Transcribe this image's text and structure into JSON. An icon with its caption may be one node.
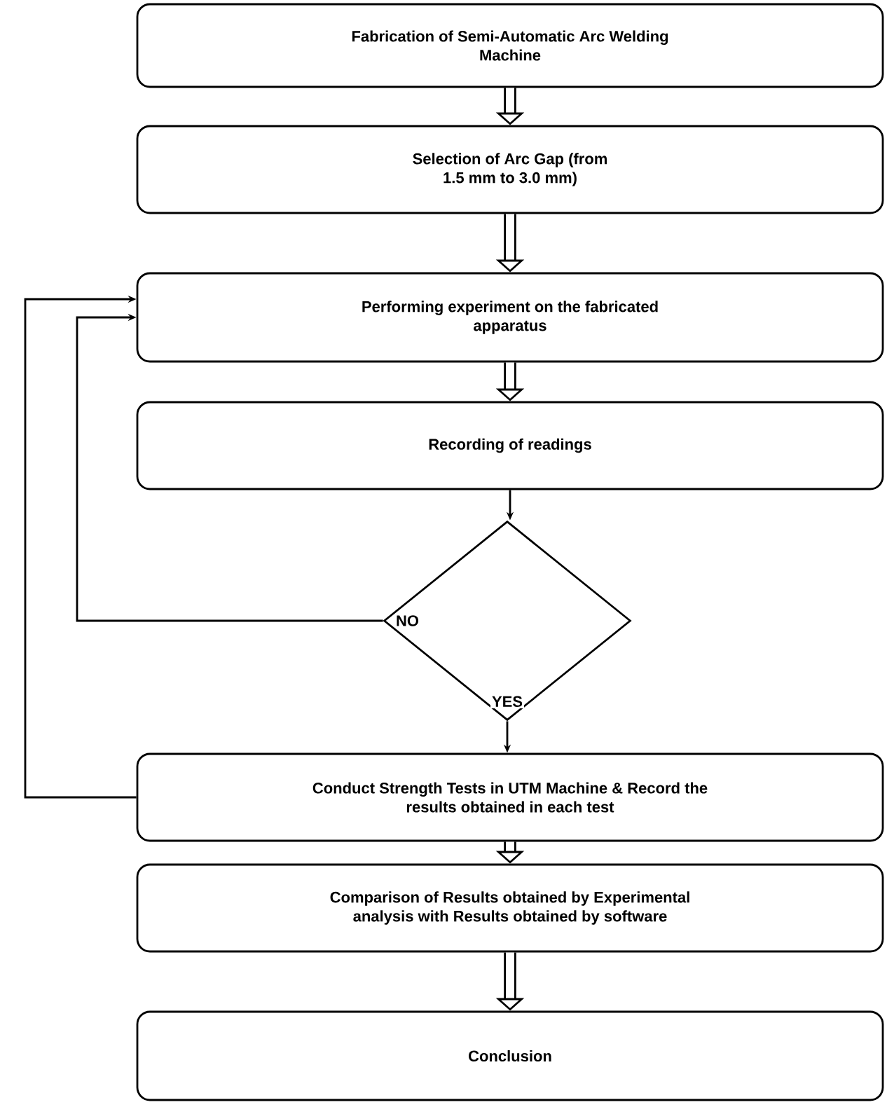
{
  "diagram": {
    "nodes": [
      {
        "text": [
          "Fabrication of Semi-Automatic Arc Welding Machine"
        ]
      },
      {
        "text": [
          "Selection of Arc Gap (from 1.5 mm to 3.0 mm)"
        ]
      },
      {
        "text": [
          "Performing experiment on the fabricated apparatus"
        ]
      },
      {
        "text": [
          "Recording of readings"
        ]
      },
      {
        "text": [],
        "shape": "diamond"
      },
      {
        "text": [
          "Conduct Strength Tests in UTM Machine & Record the results obtained in each test"
        ]
      },
      {
        "text": [
          "Comparison of Results obtained by Experimental analysis with Results obtained by software"
        ]
      },
      {
        "text": [
          "Conclusion"
        ]
      }
    ],
    "edges": [
      {
        "from": 0,
        "to": 1,
        "arrow": "to"
      },
      {
        "from": 1,
        "to": 2,
        "arrow": "to"
      },
      {
        "from": 2,
        "to": 3,
        "arrow": "to"
      },
      {
        "from": 3,
        "to": 4,
        "arrow": "to"
      },
      {
        "from": 4,
        "to": 2,
        "arrow": "to",
        "label": "NO"
      },
      {
        "from": 4,
        "to": 5,
        "arrow": "to",
        "label": "YES"
      },
      {
        "from": 5,
        "to": 2,
        "arrow": "to"
      },
      {
        "from": 5,
        "to": 6,
        "arrow": "to"
      },
      {
        "from": 6,
        "to": 7,
        "arrow": "to"
      }
    ]
  }
}
